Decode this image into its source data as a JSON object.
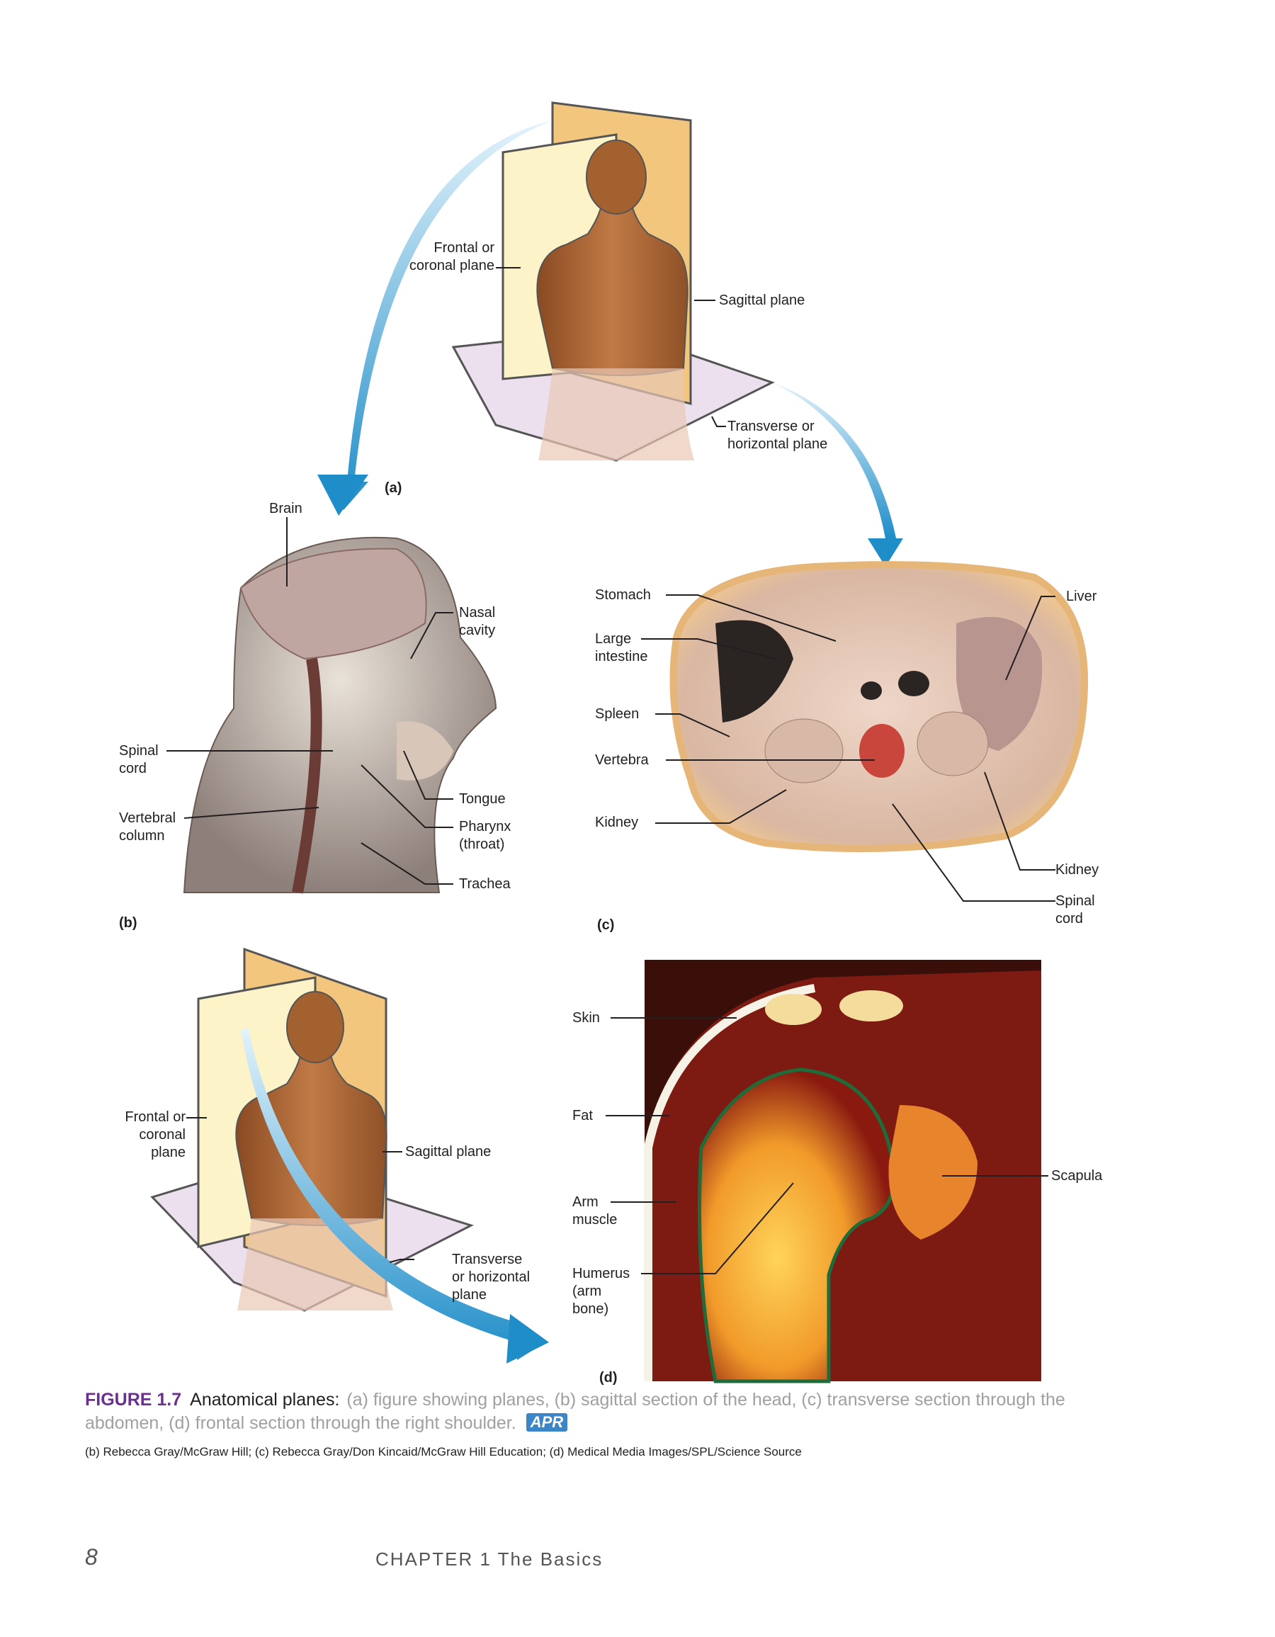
{
  "panel_a": {
    "tag": "(a)",
    "frontal_1": "Frontal or",
    "frontal_2": "coronal plane",
    "sagittal": "Sagittal plane",
    "transverse_1": "Transverse or",
    "transverse_2": "horizontal plane"
  },
  "panel_b": {
    "tag": "(b)",
    "brain": "Brain",
    "nasal_1": "Nasal",
    "nasal_2": "cavity",
    "spinal_1": "Spinal",
    "spinal_2": "cord",
    "vertebral_1": "Vertebral",
    "vertebral_2": "column",
    "tongue": "Tongue",
    "pharynx_1": "Pharynx",
    "pharynx_2": "(throat)",
    "trachea": "Trachea"
  },
  "panel_c": {
    "tag": "(c)",
    "stomach": "Stomach",
    "large_1": "Large",
    "large_2": "intestine",
    "spleen": "Spleen",
    "vertebra": "Vertebra",
    "kidney_left": "Kidney",
    "liver": "Liver",
    "kidney_right": "Kidney",
    "spinal_1": "Spinal",
    "spinal_2": "cord"
  },
  "panel_d_planes": {
    "frontal_1": "Frontal or",
    "frontal_2": "coronal",
    "frontal_3": "plane",
    "sagittal": "Sagittal plane",
    "transverse_1": "Transverse",
    "transverse_2": "or horizontal",
    "transverse_3": "plane"
  },
  "panel_d": {
    "tag": "(d)",
    "skin": "Skin",
    "fat": "Fat",
    "arm_1": "Arm",
    "arm_2": "muscle",
    "humerus_1": "Humerus",
    "humerus_2": "(arm",
    "humerus_3": "bone)",
    "scapula": "Scapula"
  },
  "caption": {
    "figure": "FIGURE 1.7",
    "title": "Anatomical planes:",
    "text": "(a) figure showing planes, (b) sagittal section of the head, (c) transverse section through the abdomen, (d) frontal section through the right shoulder.",
    "badge": "APR"
  },
  "credits": "(b) Rebecca Gray/McGraw Hill; (c) Rebecca Gray/Don Kincaid/McGraw Hill Education; (d) Medical Media Images/SPL/Science Source",
  "footer": {
    "page_number": "8",
    "chapter": "CHAPTER 1   The Basics"
  },
  "colors": {
    "plane_front": "#fdf3c8",
    "plane_side": "#f2c77d",
    "plane_floor": "#ece0ee",
    "skin": "#b06d3a",
    "arrow": "#2a8fc6",
    "caption_accent": "#6b2f8f"
  }
}
